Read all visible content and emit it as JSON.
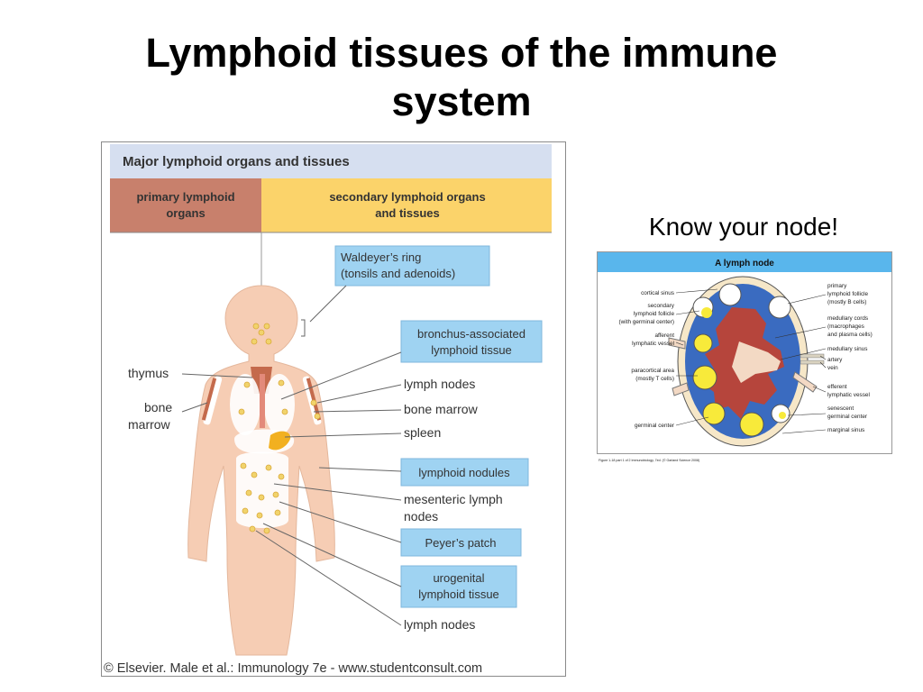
{
  "slide": {
    "title_line1": "Lymphoid tissues of the immune",
    "title_line2": "system",
    "caption": "Know your node!"
  },
  "organs_figure": {
    "header": "Major lymphoid organs and tissues",
    "primary_header_1": "primary lymphoid",
    "primary_header_2": "organs",
    "secondary_header_1": "secondary lymphoid organs",
    "secondary_header_2": "and tissues",
    "left_labels": {
      "thymus": "thymus",
      "bone_marrow_1": "bone",
      "bone_marrow_2": "marrow"
    },
    "right_labels": {
      "waldeyer_1": "Waldeyer’s ring",
      "waldeyer_2": "(tonsils and adenoids)",
      "balt_1": "bronchus-associated",
      "balt_2": "lymphoid tissue",
      "lymph_nodes_upper": "lymph nodes",
      "bone_marrow": "bone marrow",
      "spleen": "spleen",
      "lymphoid_nodules": "lymphoid nodules",
      "mesenteric_1": "mesenteric lymph",
      "mesenteric_2": "nodes",
      "peyers_patch": "Peyer’s patch",
      "urogenital_1": "urogenital",
      "urogenital_2": "lymphoid tissue",
      "lymph_nodes_lower": "lymph nodes"
    },
    "credit": "© Elsevier. Male et al.: Immunology 7e - www.studentconsult.com"
  },
  "node_figure": {
    "header": "A lymph node",
    "left_labels": {
      "cortical_sinus": "cortical sinus",
      "secondary_1": "secondary",
      "secondary_2": "lymphoid follicle",
      "secondary_3": "(with germinal center)",
      "afferent_1": "afferent",
      "afferent_2": "lymphatic vessel",
      "paracortical_1": "paracortical area",
      "paracortical_2": "(mostly T cells)",
      "germinal_center": "germinal center"
    },
    "right_labels": {
      "primary_1": "primary",
      "primary_2": "lymphoid follicle",
      "primary_3": "(mostly B cells)",
      "medullary_cords_1": "medullary cords",
      "medullary_cords_2": "(macrophages",
      "medullary_cords_3": "and plasma cells)",
      "medullary_sinus": "medullary sinus",
      "artery": "artery",
      "vein": "vein",
      "efferent_1": "efferent",
      "efferent_2": "lymphatic vessel",
      "senescent_1": "senescent",
      "senescent_2": "germinal center",
      "marginal_sinus": "marginal sinus"
    },
    "footnote": "Figure 1-18 part 1 of 2 Immunobiology, 7ed. (© Garland Science 2008)"
  },
  "colors": {
    "header_band": "#d6dff0",
    "primary_col": "#c8806c",
    "secondary_col": "#fbd36a",
    "callout_box": "#9fd3f2",
    "body_fill": "#f6cdb4",
    "node_blue": "#3a6bc0",
    "node_red": "#b6453c",
    "follicle_yellow": "#f8ea3a",
    "node_header": "#59b6ec"
  }
}
